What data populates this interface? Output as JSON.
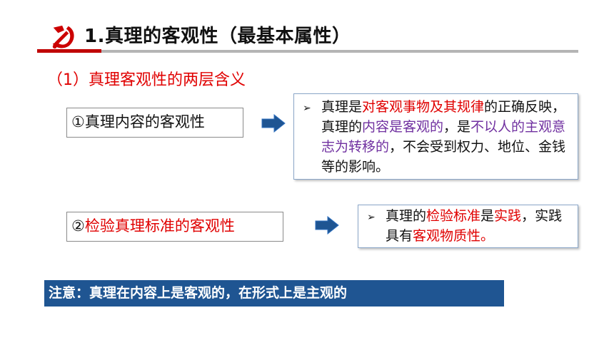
{
  "header": {
    "title": "1.真理的客观性（最基本属性）"
  },
  "subtitle": "（1）真理客观性的两层含义",
  "item1": {
    "label": "①真理内容的客观性",
    "description": {
      "p1": "真理是",
      "p2": "对客观事物及其规律",
      "p3": "的正确反映，真理的",
      "p4": "内容是客观的",
      "p5": "，是",
      "p6": "不以人的主观意志为转移的",
      "p7": "，不会受到权力、地位、金钱等的影响。"
    }
  },
  "item2": {
    "label_prefix": "②",
    "label_rest": "检验真理标准的客观性",
    "description": {
      "p1": "真理的",
      "p2": "检验标准",
      "p3": "是",
      "p4": "实践",
      "p5": "，实践具有",
      "p6": "客观物质性。"
    }
  },
  "note": "注意：真理在内容上是客观的，在形式上是主观的",
  "colors": {
    "accent_red": "#e00000",
    "highlight_purple": "#7030a0",
    "note_bg": "#1f5592",
    "arrow_blue": "#1f5592"
  },
  "icons": {
    "emblem": "party-emblem-icon",
    "arrow": "right-arrow-icon",
    "bullet": "bullet-arrowhead-icon"
  }
}
